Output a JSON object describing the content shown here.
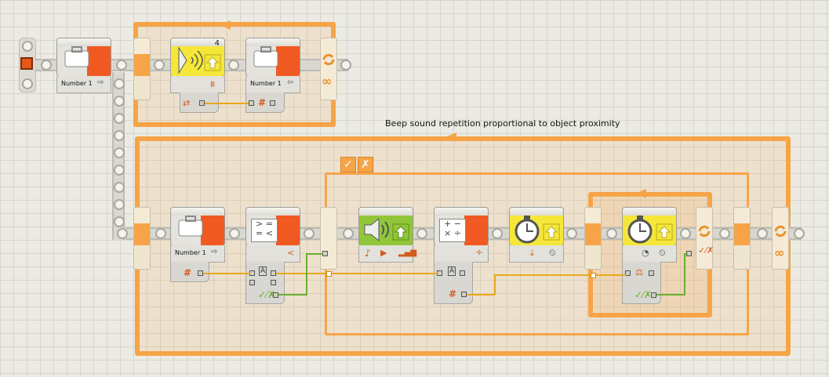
{
  "icons": {
    "start": "start-icon",
    "variable": "briefcase-icon",
    "sensor": "ultrasonic-sensor-icon",
    "compare": "compare-icon",
    "sound": "speaker-icon",
    "math": "math-icon",
    "timer": "stopwatch-icon",
    "loop": "loop-icon",
    "infinity": "infinity-icon"
  },
  "colors": {
    "loop": "#f6a447",
    "wire_number": "#e9a81b",
    "wire_logic": "#6ab030",
    "sensor_block": "#f5e73a",
    "action_block": "#92c63a",
    "data_block": "#f05a22"
  },
  "top_sequence": {
    "variable_block_1": {
      "label": "Number 1"
    },
    "sensor_block": {
      "port": "4"
    },
    "variable_block_2": {
      "label": "Number 1"
    }
  },
  "main_loop": {
    "comment": "Beep sound repetition proportional to object proximity",
    "variable_block": {
      "label": "Number 1"
    },
    "switch_tabs": [
      "✓",
      "✗"
    ]
  }
}
